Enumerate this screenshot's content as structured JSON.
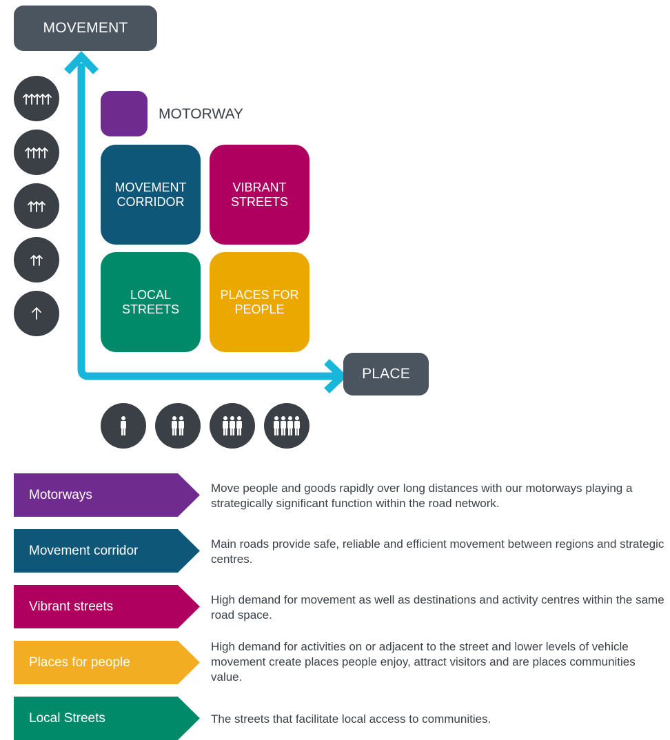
{
  "axis": {
    "movement": "MOVEMENT",
    "place": "PLACE"
  },
  "grid": {
    "motorway": "MOTORWAY",
    "corridor_line1": "MOVEMENT",
    "corridor_line2": "CORRIDOR",
    "vibrant_line1": "VIBRANT",
    "vibrant_line2": "STREETS",
    "local_line1": "LOCAL",
    "local_line2": "STREETS",
    "places_line1": "PLACES FOR",
    "places_line2": "PEOPLE"
  },
  "icons": {
    "movement_levels": [
      "arrows-x4-icon",
      "arrows-x3-icon",
      "arrows-x2-icon",
      "arrows-x1.5-icon",
      "arrow-x1-icon"
    ],
    "place_levels": [
      "person-x1-icon",
      "person-x2-icon",
      "person-x3-icon",
      "person-x4-icon"
    ]
  },
  "colors": {
    "motorway": "#6f2b8e",
    "corridor": "#0f5779",
    "vibrant": "#b0005f",
    "local": "#008a6a",
    "places": "#eba900",
    "places_banner": "#f2ad22",
    "axis_arrow": "#19b6dc",
    "axis_label_bg": "#4a5560"
  },
  "legend": [
    {
      "label": "Motorways",
      "description": "Move people and goods rapidly over long distances with our motorways playing a strategically significant function within the road network."
    },
    {
      "label": "Movement corridor",
      "description": "Main roads provide safe, reliable and efficient movement between regions and strategic centres."
    },
    {
      "label": "Vibrant streets",
      "description": "High demand for movement as well as destinations and activity centres within the same road space."
    },
    {
      "label": "Places for people",
      "description": "High demand for activities on or adjacent to the street and lower levels of vehicle movement create places people enjoy, attract visitors and are places communities value."
    },
    {
      "label": "Local Streets",
      "description": "The streets that facilitate local access to communities."
    }
  ]
}
